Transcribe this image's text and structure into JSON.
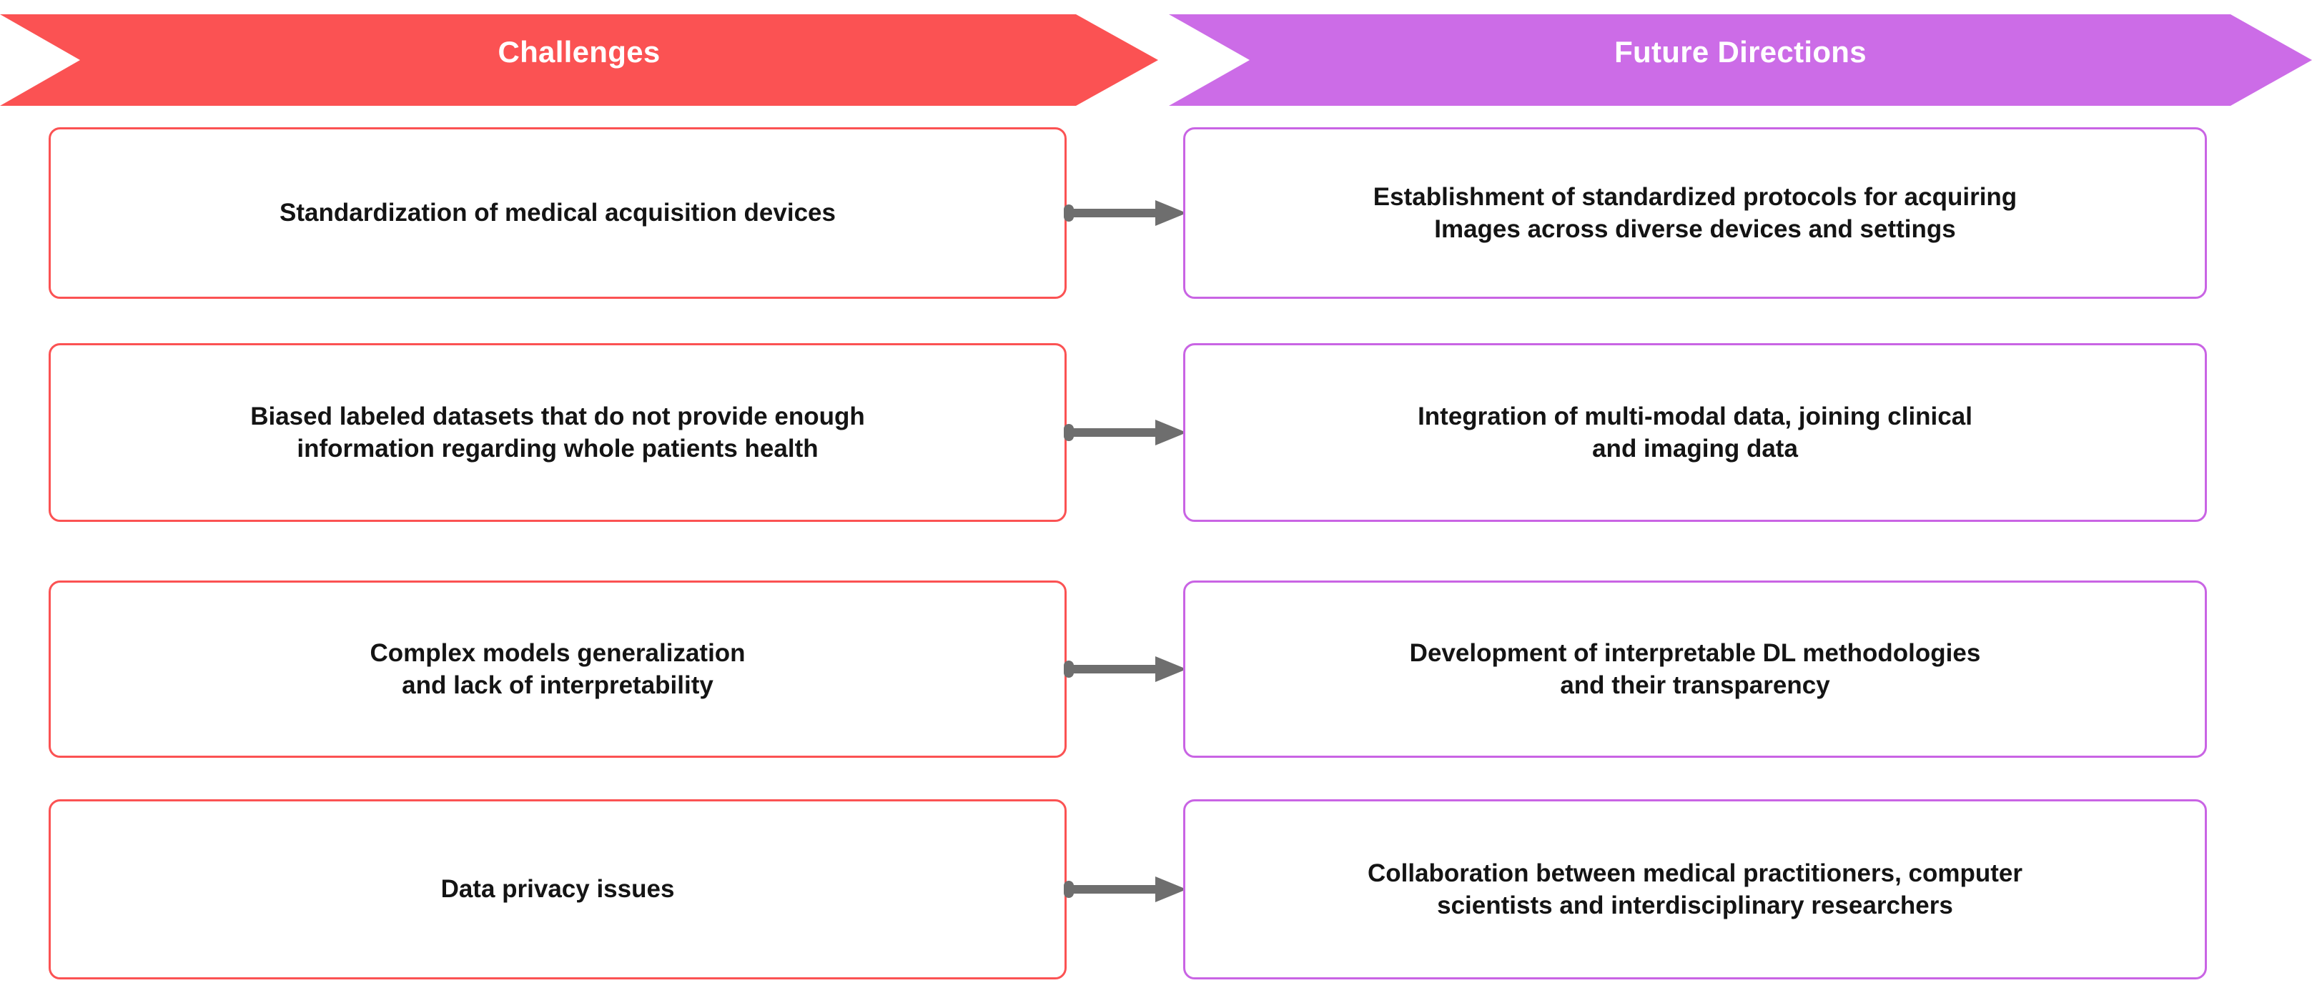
{
  "banners": {
    "left": {
      "label": "Challenges",
      "color": "#FB5253"
    },
    "right": {
      "label": "Future Directions",
      "color": "#CC6CE7"
    }
  },
  "colors": {
    "challenge_border": "#FB5253",
    "future_border": "#C964E4",
    "arrow": "#6E6E6E",
    "text": "#141414",
    "background": "#FFFFFF"
  },
  "rows": [
    {
      "challenge": "Standardization of medical acquisition devices",
      "future": "Establishment of standardized protocols for acquiring\nImages across diverse devices and settings"
    },
    {
      "challenge": "Biased labeled datasets that do not provide enough\ninformation regarding whole patients health",
      "future": "Integration of multi-modal data, joining clinical\nand imaging data"
    },
    {
      "challenge": "Complex models generalization\nand lack of interpretability",
      "future": "Development of interpretable DL methodologies\nand their transparency"
    },
    {
      "challenge": "Data privacy issues",
      "future": "Collaboration between medical practitioners, computer\nscientists and interdisciplinary researchers"
    }
  ]
}
